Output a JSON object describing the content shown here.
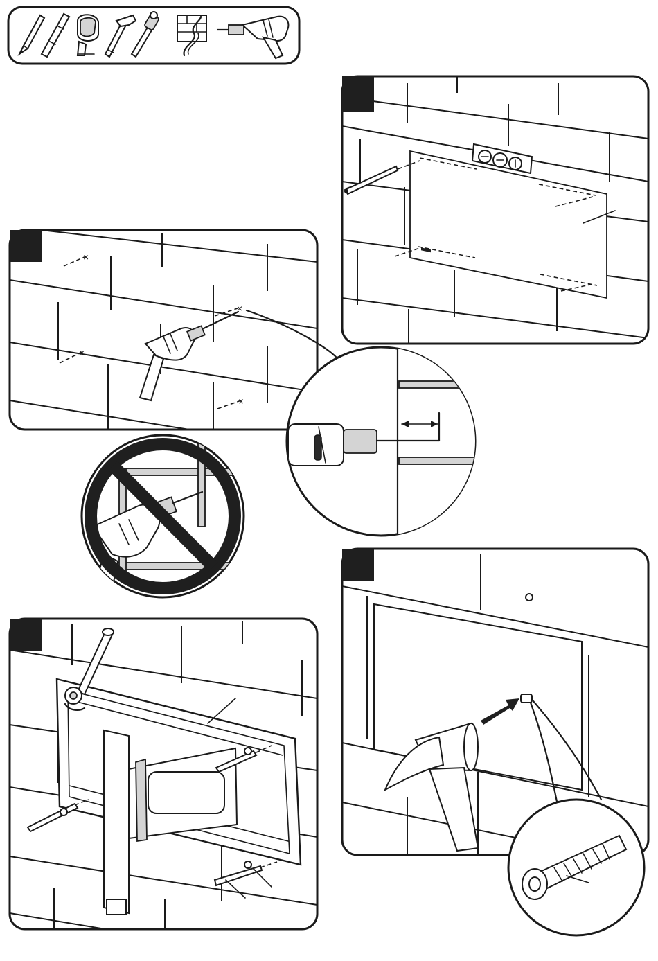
{
  "tools": {
    "items": [
      "pencil-icon",
      "bit-icon",
      "tape-measure-icon",
      "hammer-icon",
      "socket-wrench-icon",
      "wall-drill-bit-icon",
      "power-drill-icon"
    ]
  },
  "panels": [
    {
      "id": "mark-holes",
      "content": [
        "level-icon",
        "wall-plate-template",
        "pencil-icon"
      ]
    },
    {
      "id": "drill-holes",
      "content": [
        "power-drill-icon",
        "drill-depth-detail"
      ]
    },
    {
      "id": "do-not-drill-grout",
      "content": [
        "prohibited-icon",
        "power-drill-icon"
      ]
    },
    {
      "id": "insert-anchors",
      "content": [
        "hammer-icon",
        "wall-anchor-detail"
      ]
    },
    {
      "id": "attach-mount",
      "content": [
        "socket-wrench-icon",
        "wall-plate",
        "lag-bolt-icon",
        "washer-icon"
      ]
    }
  ]
}
